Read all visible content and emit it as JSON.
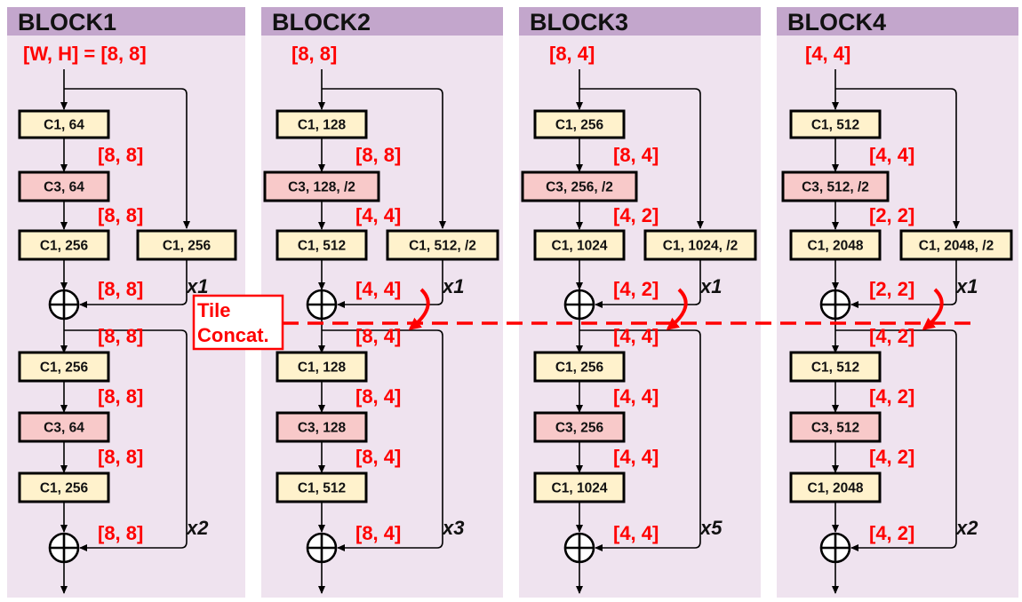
{
  "colors": {
    "panel": "#efe3ef",
    "header": "#c3a6cc",
    "box_yellow": "#fff2cc",
    "box_pink": "#f8c9c9",
    "accent_red": "#ff0000"
  },
  "tile_concat": "Tile\nConcat.",
  "blocks": [
    {
      "title": "BLOCK1",
      "input_dim": "[W, H] = [8, 8]",
      "stage1": {
        "c1": "C1, 64",
        "c3": "C3, 64",
        "c1b": "C1, 256",
        "shortcut": "C1, 256",
        "d1": "[8, 8]",
        "d2": "[8, 8]",
        "d_add": "[8, 8]",
        "repeat": "x1"
      },
      "stage2": {
        "d_in": "[8, 8]",
        "c1": "C1, 256",
        "c3": "C3, 64",
        "c1b": "C1, 256",
        "d1": "[8, 8]",
        "d2": "[8, 8]",
        "d_add": "[8, 8]",
        "repeat": "x2"
      }
    },
    {
      "title": "BLOCK2",
      "input_dim": "[8, 8]",
      "stage1": {
        "c1": "C1, 128",
        "c3": "C3, 128, /2",
        "c1b": "C1, 512",
        "shortcut": "C1, 512, /2",
        "d1": "[8, 8]",
        "d2": "[4, 4]",
        "d_add": "[4, 4]",
        "repeat": "x1"
      },
      "stage2": {
        "d_in": "[8, 4]",
        "c1": "C1, 128",
        "c3": "C3, 128",
        "c1b": "C1, 512",
        "d1": "[8, 4]",
        "d2": "[8, 4]",
        "d_add": "[8, 4]",
        "repeat": "x3"
      }
    },
    {
      "title": "BLOCK3",
      "input_dim": "[8, 4]",
      "stage1": {
        "c1": "C1, 256",
        "c3": "C3, 256, /2",
        "c1b": "C1, 1024",
        "shortcut": "C1, 1024, /2",
        "d1": "[8, 4]",
        "d2": "[4, 2]",
        "d_add": "[4, 2]",
        "repeat": "x1"
      },
      "stage2": {
        "d_in": "[4, 4]",
        "c1": "C1, 256",
        "c3": "C3, 256",
        "c1b": "C1, 1024",
        "d1": "[4, 4]",
        "d2": "[4, 4]",
        "d_add": "[4, 4]",
        "repeat": "x5"
      }
    },
    {
      "title": "BLOCK4",
      "input_dim": "[4, 4]",
      "stage1": {
        "c1": "C1, 512",
        "c3": "C3, 512, /2",
        "c1b": "C1, 2048",
        "shortcut": "C1, 2048, /2",
        "d1": "[4, 4]",
        "d2": "[2, 2]",
        "d_add": "[2, 2]",
        "repeat": "x1"
      },
      "stage2": {
        "d_in": "[4, 2]",
        "c1": "C1, 512",
        "c3": "C3, 512",
        "c1b": "C1, 2048",
        "d1": "[4, 2]",
        "d2": "[4, 2]",
        "d_add": "[4, 2]",
        "repeat": "x2"
      }
    }
  ]
}
